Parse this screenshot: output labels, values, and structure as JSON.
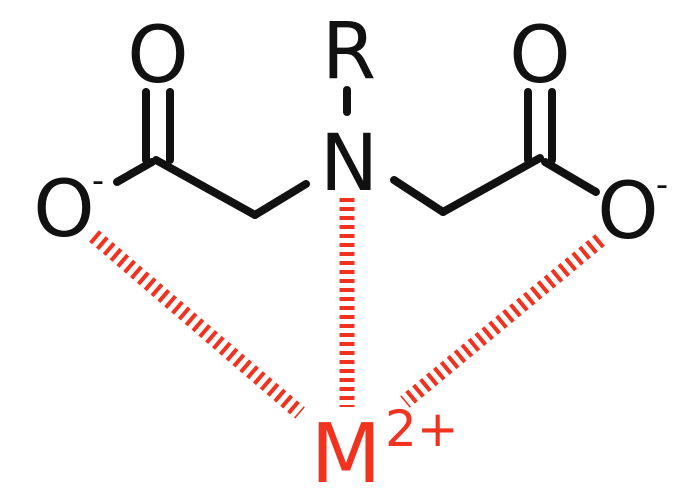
{
  "colors": {
    "bond": "#111111",
    "coordination": "#f0321e",
    "metal": "#f0321e"
  },
  "atoms": {
    "o_top_left": "O",
    "o_top_right": "O",
    "r_group": "R",
    "nitrogen": "N",
    "o_left": "O",
    "o_right": "O"
  },
  "charges": {
    "o_left": "-",
    "o_right": "-"
  },
  "metal": {
    "symbol": "M",
    "charge": "2+"
  }
}
